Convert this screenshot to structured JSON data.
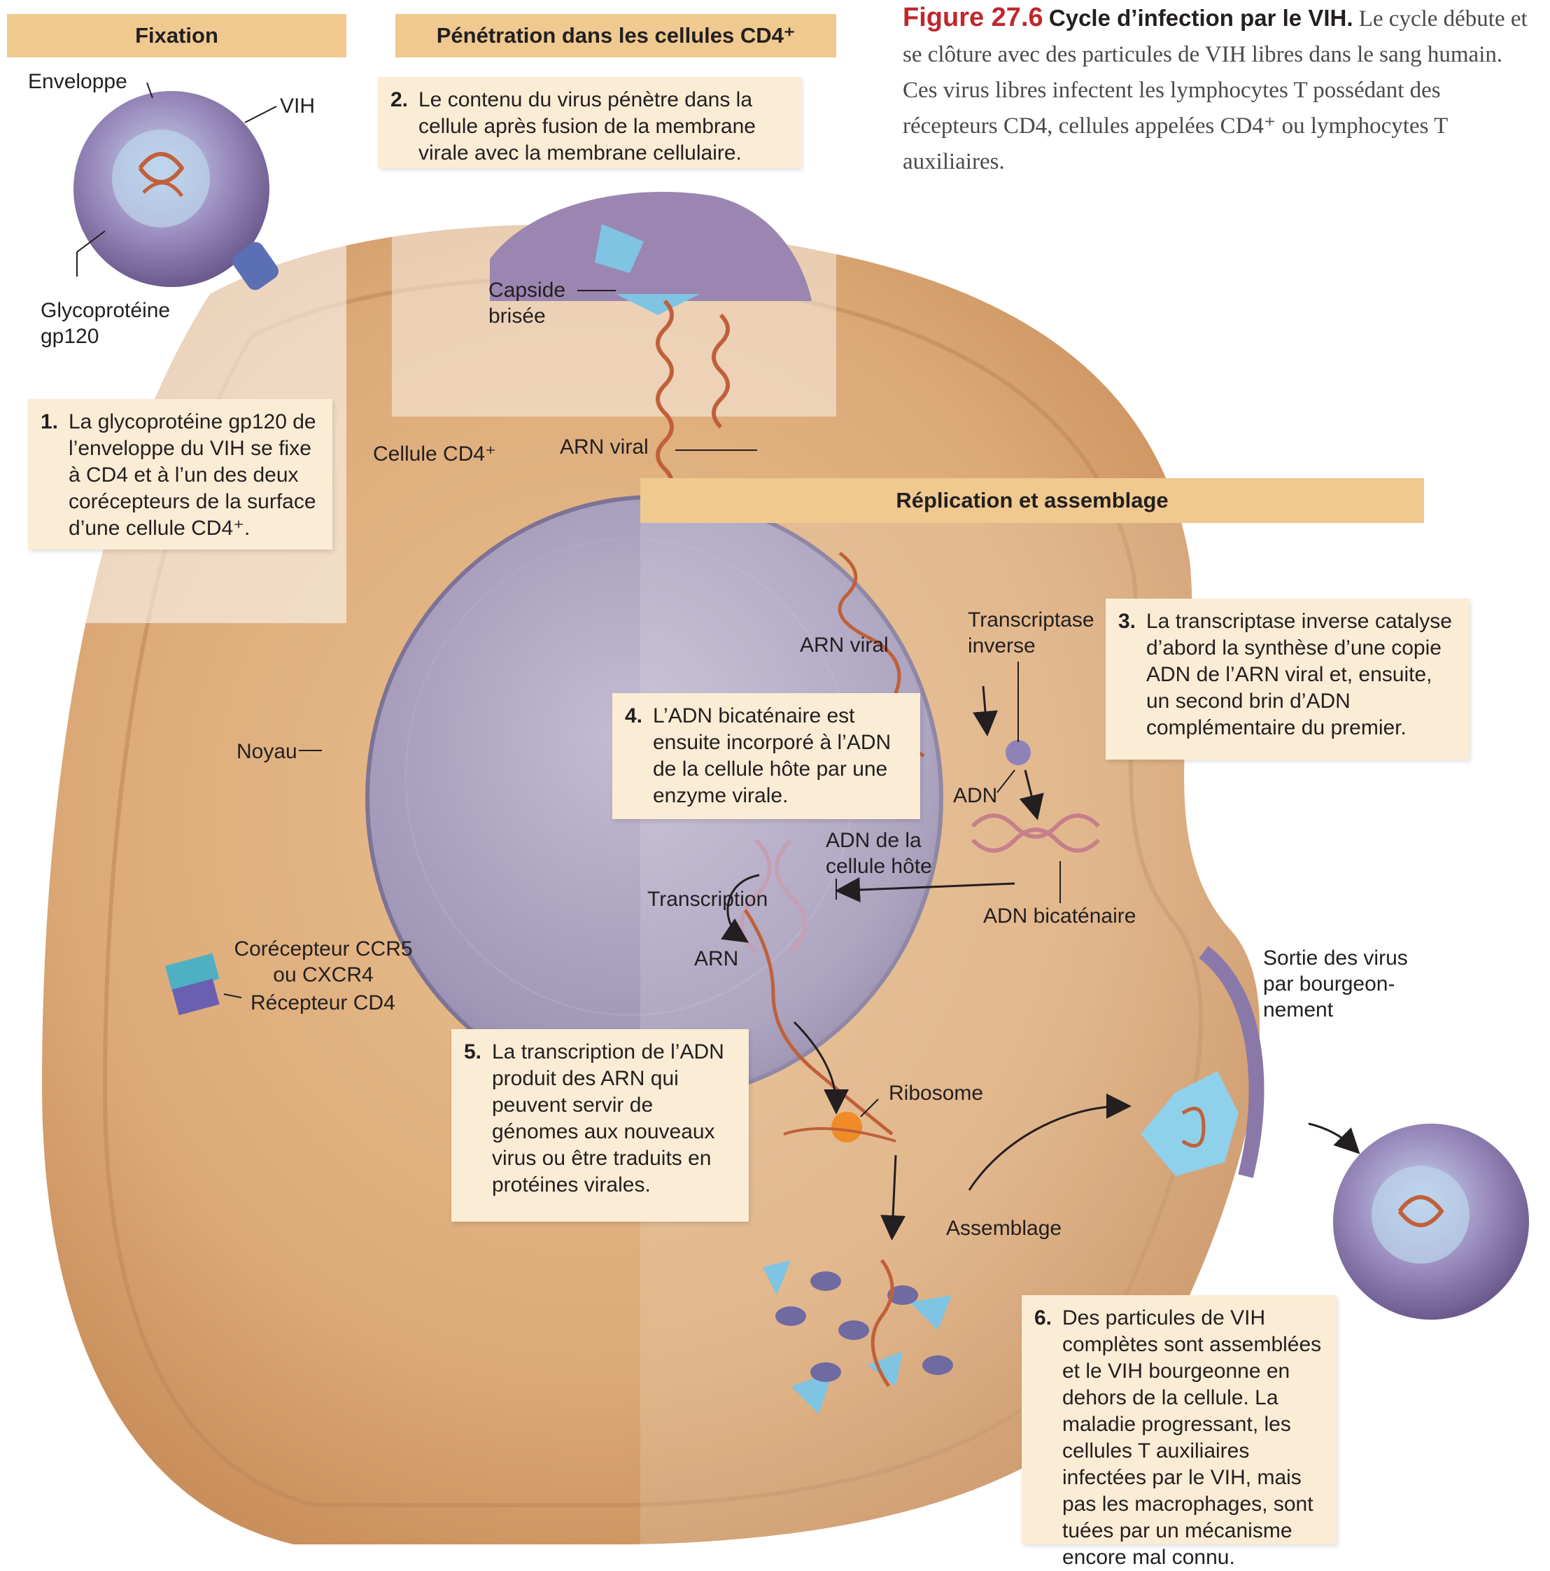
{
  "caption": {
    "figure_number": "Figure 27.6",
    "title": "Cycle d’infection par le VIH.",
    "text": "Le cycle débute et se clôture avec des particules de VIH libres dans le sang humain. Ces virus libres infectent les lymphocytes T possédant des récepteurs CD4, cellules appelées CD4⁺ ou lymphocytes T auxiliaires."
  },
  "panels": {
    "fixation": "Fixation",
    "penetration": "Pénétration dans les cellules CD4⁺",
    "replication": "Réplication et assemblage"
  },
  "steps": [
    {
      "num": "1.",
      "text": "La glycoprotéine gp120 de l’enveloppe du VIH se fixe à CD4 et à l’un des deux corécepteurs de la surface d’une cellule CD4⁺."
    },
    {
      "num": "2.",
      "text": "Le contenu du virus pénètre dans la cellule après fusion de la membrane virale avec la membrane cellulaire."
    },
    {
      "num": "3.",
      "text": "La transcriptase inverse catalyse d’abord la synthèse d’une copie ADN de l’ARN viral et, ensuite, un second brin d’ADN complémentaire du premier."
    },
    {
      "num": "4.",
      "text": "L’ADN bicaténaire est ensuite incorporé à l’ADN de la cellule hôte par une enzyme virale."
    },
    {
      "num": "5.",
      "text": "La transcription de l’ADN produit des ARN qui peuvent servir de génomes aux nouveaux virus ou être traduits en protéines virales."
    },
    {
      "num": "6.",
      "text": "Des particules de VIH complètes sont assemblées et le VIH bourgeonne en dehors de la cellule. La maladie progressant, les cellules T auxiliaires infectées par le VIH, mais pas les macrophages, sont tuées par un mécanisme encore mal connu."
    }
  ],
  "labels": {
    "enveloppe": "Enveloppe",
    "vih": "VIH",
    "glycoproteine": "Glycoprotéine gp120",
    "capside": "Capside brisée",
    "cellule": "Cellule CD4⁺",
    "arn_viral_top": "ARN viral",
    "arn_viral_mid": "ARN viral",
    "transcriptase": "Transcriptase inverse",
    "noyau": "Noyau",
    "adn": "ADN",
    "adn_hote": "ADN de la cellule hôte",
    "transcription": "Transcription",
    "adn_bicat": "ADN bicaténaire",
    "arn": "ARN",
    "corecepteur": "Corécepteur CCR5 ou CXCR4",
    "recepteur": "Récepteur CD4",
    "ribosome": "Ribosome",
    "sortie": "Sortie des virus par bourgeon-nement",
    "assemblage": "Assemblage"
  },
  "colors": {
    "header": "#efc98f",
    "box": "#fbecd5",
    "cell": "#d9a673",
    "nucleus": "#a69ab8",
    "virus": "#8a78a8",
    "rna": "#c0603a",
    "capsid": "#7fc4e2"
  }
}
